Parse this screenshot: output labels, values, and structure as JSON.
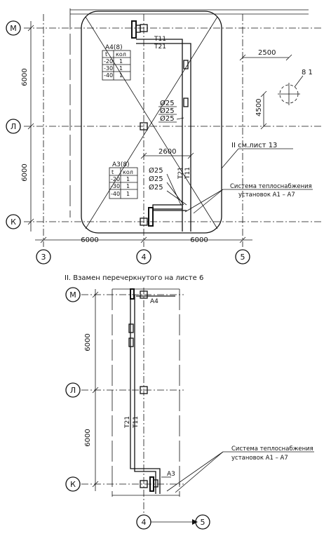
{
  "plan_top": {
    "axes_rows": [
      "М",
      "Л",
      "К"
    ],
    "axes_cols": [
      "3",
      "4",
      "5"
    ],
    "dim_vertical_1": "6000",
    "dim_vertical_2": "6000",
    "dim_bottom_left": "6000",
    "dim_bottom_right": "6000",
    "dim_hole_h": "2500",
    "dim_hole_v": "4500",
    "hole_label": "8 1",
    "pipe_t11": "T11",
    "pipe_t21": "T21",
    "pipe_t21_vertical": "T21",
    "pipe_t11_vertical": "T11",
    "unit_a4": {
      "title": "А4(8)",
      "header_t": "t",
      "header_kol": "кол",
      "rows": [
        {
          "t": "-20",
          "n": "1"
        },
        {
          "t": "-30",
          "n": "1"
        },
        {
          "t": "-40",
          "n": "1"
        }
      ]
    },
    "unit_a3": {
      "title": "А3(8)",
      "header_t": "t",
      "header_kol": "кол",
      "rows": [
        {
          "t": "-20",
          "n": "1"
        },
        {
          "t": "-30",
          "n": "1"
        },
        {
          "t": "-40",
          "n": "1"
        }
      ]
    },
    "diam_group_1": [
      "Ø25",
      "Ø25",
      "Ø25"
    ],
    "diam_group_2": [
      "Ø25",
      "Ø25",
      "Ø25"
    ],
    "dim_2600": "2600",
    "note_ref": "II см.лист 13",
    "system_label_1": "Система теплоснабжения",
    "system_label_2": "установок А1 – А7"
  },
  "plan_bottom": {
    "caption": "II. Взамен перечеркнутого на листе 6",
    "axes_rows": [
      "М",
      "Л",
      "К"
    ],
    "axes_cols": [
      "4",
      "5"
    ],
    "dim_vertical_1": "6000",
    "dim_vertical_2": "6000",
    "unit_a4": "А4",
    "unit_a3": "А3",
    "pipe_t21": "T21",
    "pipe_t11": "T11",
    "system_label_1": "Система теплоснабжения",
    "system_label_2": "установок А1 – А7"
  }
}
